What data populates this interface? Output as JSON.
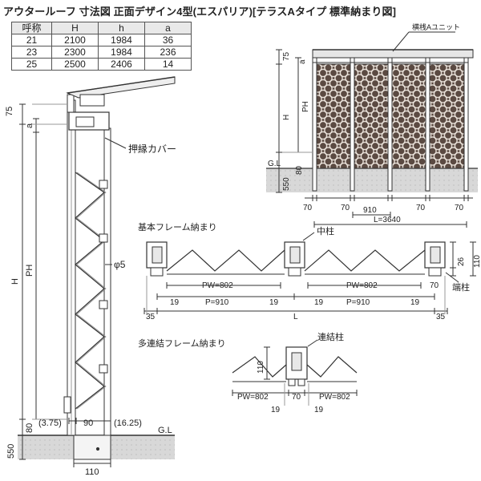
{
  "title": "アウタールーフ 寸法図 正面デザイン4型(エスパリア)[テラスAタイプ 標準納まり図]",
  "table": {
    "headers": [
      "呼称",
      "H",
      "h",
      "a"
    ],
    "rows": [
      [
        "21",
        "2100",
        "1984",
        "36"
      ],
      [
        "23",
        "2300",
        "1984",
        "236"
      ],
      [
        "25",
        "2500",
        "2406",
        "14"
      ]
    ]
  },
  "side": {
    "d75": "75",
    "a": "a",
    "H": "H",
    "PH": "PH",
    "d80": "80",
    "d550": "550",
    "cover": "押縁カバー",
    "phi5": "φ5",
    "d375": "(3.75)",
    "d90": "90",
    "d1625": "(16.25)",
    "gl": "G.L",
    "d110": "110"
  },
  "front": {
    "unit": "横桟Aユニット",
    "d75": "75",
    "a": "a",
    "H": "H",
    "PH": "PH",
    "gl": "G.L",
    "d80": "80",
    "d550": "550",
    "d70": [
      "70",
      "70",
      "70",
      "70"
    ],
    "d910": "910",
    "L": "L=3640"
  },
  "basic": {
    "title": "基本フレーム納まり",
    "center_post": "中柱",
    "end_post": "端柱",
    "pw1": "PW=802",
    "pw2": "PW=802",
    "p1": "P=910",
    "p2": "P=910",
    "d19": [
      "19",
      "19",
      "19",
      "19"
    ],
    "d70": "70",
    "d35": [
      "35",
      "35"
    ],
    "L": "L",
    "d26": "26",
    "d110": "110"
  },
  "multi": {
    "title": "多連結フレーム納まり",
    "connect_post": "連結柱",
    "d110": "110",
    "pw1": "PW=802",
    "d70": "70",
    "pw2": "PW=802",
    "d19": [
      "19",
      "19"
    ]
  }
}
